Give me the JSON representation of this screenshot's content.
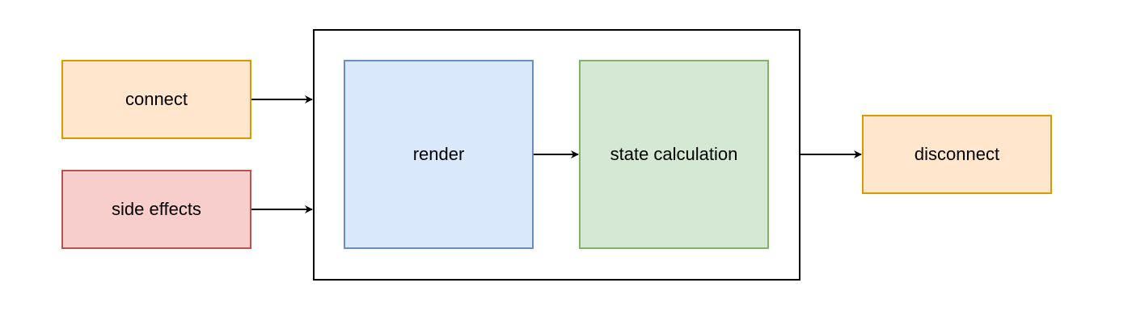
{
  "diagram": {
    "nodes": {
      "connect": {
        "label": "connect",
        "fill": "#ffe6cc",
        "stroke": "#d79b00"
      },
      "side_effects": {
        "label": "side effects",
        "fill": "#f8cecc",
        "stroke": "#b85450"
      },
      "render": {
        "label": "render",
        "fill": "#dae8fc",
        "stroke": "#6c8ebf"
      },
      "state_calculation": {
        "label": "state calculation",
        "fill": "#d5e8d4",
        "stroke": "#82b366"
      },
      "disconnect": {
        "label": "disconnect",
        "fill": "#ffe6cc",
        "stroke": "#d79b00"
      }
    },
    "edges": [
      {
        "from": "connect",
        "to": "group"
      },
      {
        "from": "side_effects",
        "to": "group"
      },
      {
        "from": "render",
        "to": "state_calculation"
      },
      {
        "from": "group",
        "to": "disconnect"
      }
    ],
    "edge_color": "#000000"
  }
}
